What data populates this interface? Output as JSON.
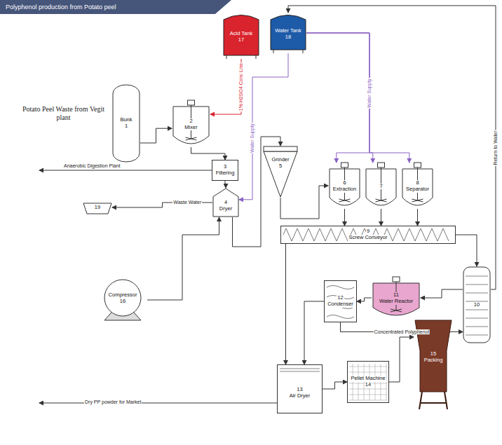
{
  "diagram": {
    "title": "Polyphenol production from Potato peel",
    "nodes": [
      {
        "text": [
          "Acid Tank",
          "17"
        ]
      },
      {
        "text": [
          "Water Tank",
          "18"
        ]
      },
      {
        "text": [
          "Bunk",
          "1"
        ]
      },
      {
        "text": [
          "2",
          "Mixer"
        ]
      },
      {
        "text": [
          "3",
          "Filtering"
        ]
      },
      {
        "text": [
          "4",
          "Dryer"
        ]
      },
      {
        "text": [
          "Grinder",
          "5"
        ]
      },
      {
        "text": [
          "6",
          "Extraction"
        ]
      },
      {
        "text": [
          "7"
        ]
      },
      {
        "text": [
          "8",
          "Separator"
        ]
      },
      {
        "text": [
          "9",
          "Screw Conveyor"
        ]
      },
      {
        "text": [
          "10"
        ]
      },
      {
        "text": [
          "11",
          "Water Reactor"
        ]
      },
      {
        "text": [
          "12",
          "Condenser"
        ]
      },
      {
        "text": [
          "13",
          "Air Dryer"
        ]
      },
      {
        "text": [
          "Pellet Machine",
          "14"
        ]
      },
      {
        "text": [
          "15",
          "Packing"
        ]
      },
      {
        "text": [
          "Compressor",
          "16"
        ]
      },
      {
        "text": [
          "19"
        ]
      }
    ],
    "edges": [
      {
        "from": 2,
        "to": 3,
        "arrow": "to"
      },
      {
        "from": 0,
        "to": 3,
        "arrow": "to",
        "label": "1% H2SO4 Conc Line"
      },
      {
        "from": 1,
        "to": 5,
        "arrow": "to",
        "label": "Water Supply"
      },
      {
        "from": 3,
        "to": 4,
        "arrow": "to"
      },
      {
        "from": 4,
        "to": 5,
        "arrow": "to"
      },
      {
        "from": 5,
        "to": 6,
        "arrow": "to"
      },
      {
        "from": 17,
        "to": 5,
        "arrow": "to"
      },
      {
        "from": 5,
        "to": 18,
        "arrow": "to",
        "label": "Waste Water"
      },
      {
        "from": 6,
        "to": 7,
        "arrow": "to"
      },
      {
        "from": 1,
        "to": 7,
        "arrow": "to",
        "label": "Water Supply"
      },
      {
        "from": 1,
        "to": 8,
        "arrow": "to"
      },
      {
        "from": 1,
        "to": 9,
        "arrow": "to"
      },
      {
        "from": 7,
        "to": 10,
        "arrow": "to"
      },
      {
        "from": 8,
        "to": 10,
        "arrow": "to"
      },
      {
        "from": 9,
        "to": 10,
        "arrow": "to"
      },
      {
        "from": 10,
        "to": 11,
        "arrow": "to"
      },
      {
        "from": 11,
        "to": 12,
        "arrow": "to"
      },
      {
        "from": 12,
        "to": 13,
        "arrow": "to"
      },
      {
        "from": 13,
        "to": 11,
        "arrow": "to",
        "label": "Concentrated Polyphenol"
      },
      {
        "from": 11,
        "to": 1,
        "arrow": "to",
        "label": "Return to Water"
      },
      {
        "from": 10,
        "to": 14,
        "arrow": "to"
      },
      {
        "from": 13,
        "to": 14,
        "arrow": "to"
      },
      {
        "from": 14,
        "to": 15,
        "arrow": "to"
      },
      {
        "from": 15,
        "to": 16,
        "arrow": "to"
      }
    ],
    "labels": [
      "Potato Peel Waste from Vegit plant",
      "Anaerobic Digestion Plant",
      "Dry PP powder for Market"
    ]
  }
}
